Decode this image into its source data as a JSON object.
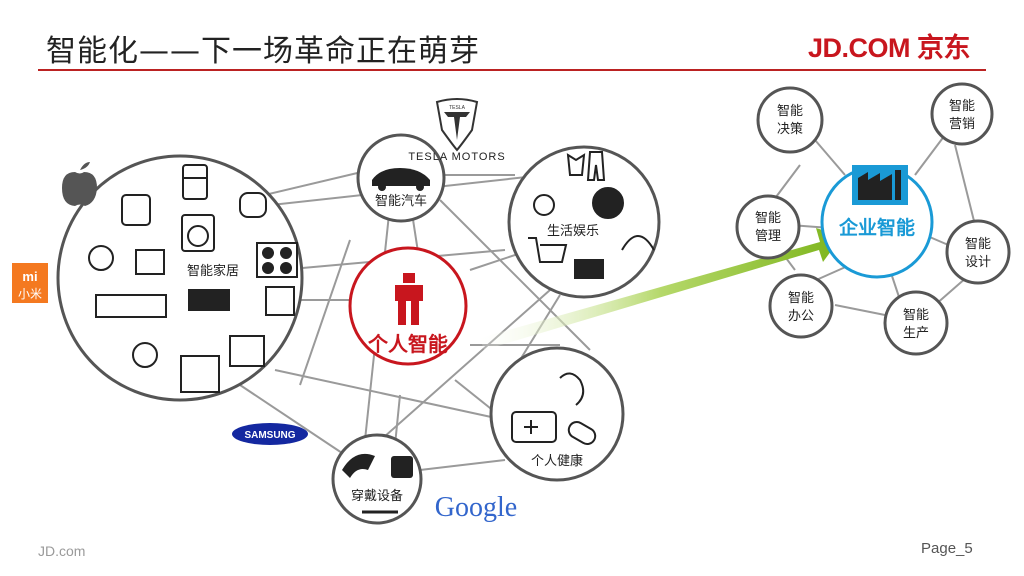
{
  "header": {
    "title": "智能化——下一场革命正在萌芽",
    "brand": "JD.COM 京东"
  },
  "footer": {
    "site": "JD.com",
    "page": "Page_5"
  },
  "colors": {
    "accent_red": "#c8161e",
    "accent_blue": "#1a9ad6",
    "arrow_green": "#8dc21f",
    "node_border": "#555555",
    "line_gray": "#9a9a9a"
  },
  "diagram": {
    "center_node": "个人智能",
    "nodes": {
      "home": "智能家居",
      "car": "智能汽车",
      "entertainment": "生活娱乐",
      "health": "个人健康",
      "wearable": "穿戴设备"
    },
    "brands": {
      "tesla": "TESLA MOTORS",
      "tesla_badge": "TESLA",
      "xiaomi_top": "mi",
      "xiaomi_bottom": "小米",
      "samsung": "SAMSUNG",
      "google": "Google"
    },
    "enterprise": {
      "center": "企业智能",
      "nodes": [
        {
          "line1": "智能",
          "line2": "决策"
        },
        {
          "line1": "智能",
          "line2": "营销"
        },
        {
          "line1": "智能",
          "line2": "管理"
        },
        {
          "line1": "智能",
          "line2": "设计"
        },
        {
          "line1": "智能",
          "line2": "办公"
        },
        {
          "line1": "智能",
          "line2": "生产"
        }
      ]
    }
  }
}
